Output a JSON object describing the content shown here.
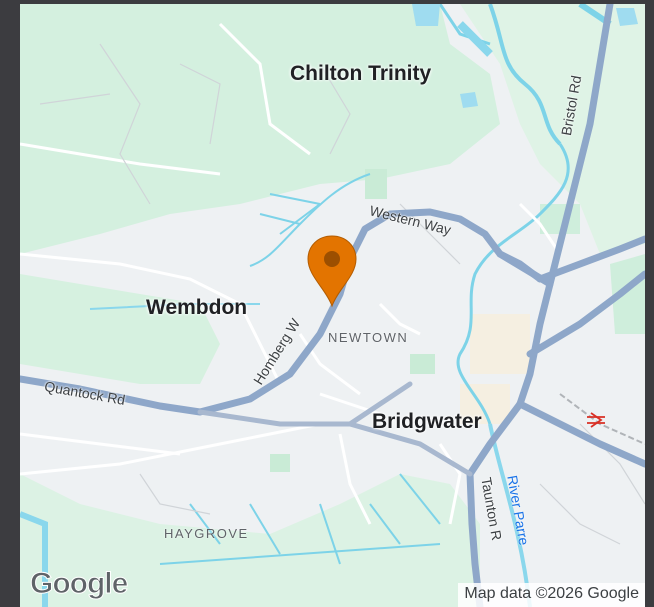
{
  "map": {
    "places": {
      "chilton_trinity": "Chilton Trinity",
      "wembdon": "Wembdon",
      "newtown": "NEWTOWN",
      "bridgwater": "Bridgwater",
      "haygrove": "HAYGROVE"
    },
    "roads": {
      "western_way": "Western Way",
      "bristol_rd": "Bristol Rd",
      "homberg_way": "Homberg W",
      "quantock_rd": "Quantock Rd",
      "taunton_rd": "Taunton R"
    },
    "water": {
      "river_parrett": "River Parre"
    },
    "logo": "Google",
    "attribution": "Map data ©2026 Google",
    "marker": {
      "color": "#e37400"
    },
    "icons": [
      "map-pin-icon",
      "rail-station-icon"
    ]
  }
}
